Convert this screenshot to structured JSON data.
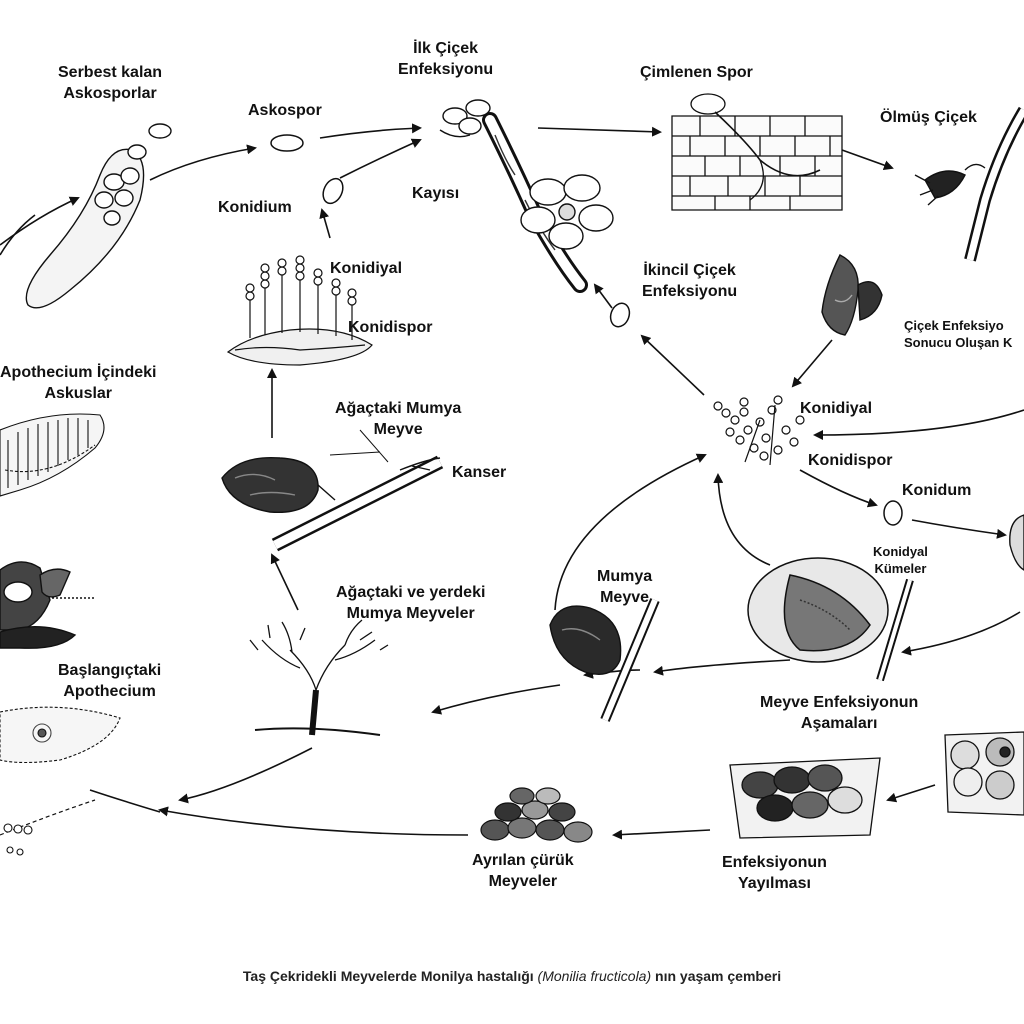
{
  "labels": {
    "serbest": [
      "Serbest kalan",
      "Askosporlar"
    ],
    "askospor": "Askospor",
    "ilk_cicek": [
      "İlk Çiçek",
      "Enfeksiyonu"
    ],
    "cimlenen_spor": "Çimlenen Spor",
    "olmus_cicek": "Ölmüş Çiçek",
    "konidium_top": "Konidium",
    "kayisi": "Kayısı",
    "konidiyal_left": "Konidiyal",
    "konidispor_left": "Konidispor",
    "ikincil": [
      "İkincil Çiçek",
      "Enfeksiyonu"
    ],
    "cicek_enf": [
      "Çiçek Enfeksiyo",
      "Sonucu Oluşan K"
    ],
    "apothecium_ic": [
      "Apothecium İçindeki",
      "Askuslar"
    ],
    "agactaki_mumya": [
      "Ağaçtaki Mumya",
      "Meyve"
    ],
    "kanser": "Kanser",
    "konidiyal_right": "Konidiyal",
    "konidispor_right": "Konidispor",
    "konidium_right": "Konidum",
    "konidiyal_kumeler": [
      "Konidyal",
      "Kümeler"
    ],
    "agac_yer": [
      "Ağaçtaki ve yerdeki",
      "Mumya Meyveler"
    ],
    "mumya_meyve": [
      "Mumya",
      "Meyve"
    ],
    "baslangic": [
      "Başlangıçtaki",
      "Apothecium"
    ],
    "meyve_enf": [
      "Meyve Enfeksiyonun",
      "Aşamaları"
    ],
    "ayrilan": [
      "Ayrılan çürük",
      "Meyveler"
    ],
    "yayilma": [
      "Enfeksiyonun",
      "Yayılması"
    ]
  },
  "caption": {
    "before": "Taş Çekridekli Meyvelerde Monilya hastalığı ",
    "italic": "(Monilia fructicola)",
    "after": " nın yaşam çemberi"
  }
}
